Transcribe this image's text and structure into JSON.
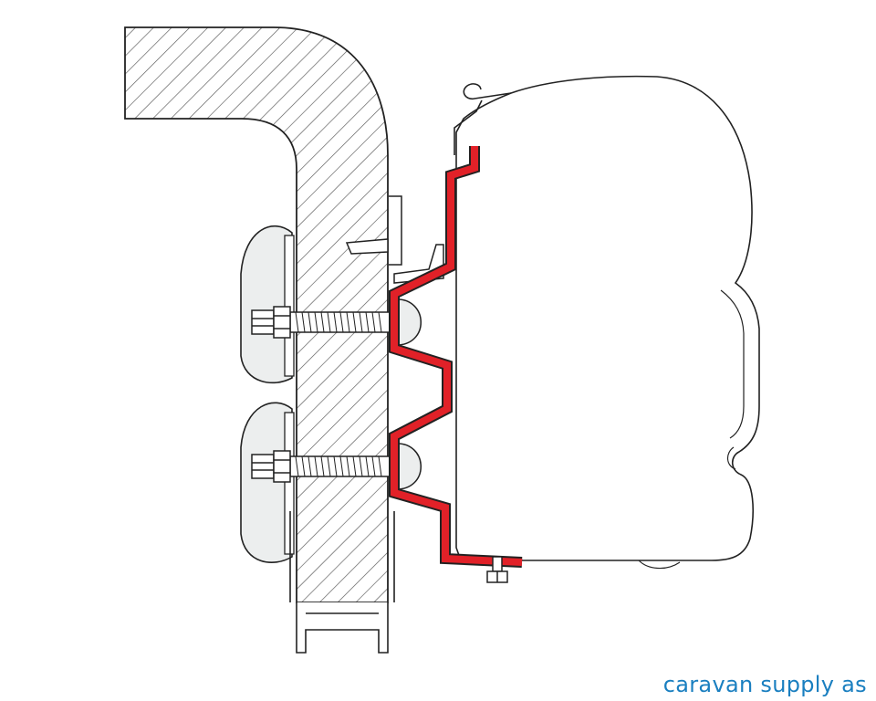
{
  "brand": {
    "text": "caravan supply as",
    "color": "#1a7fc0"
  },
  "colors": {
    "bracket": "#e12128",
    "line": "#222222",
    "hatch": "#555555",
    "cushion": "#eceeee",
    "background": "#ffffff"
  },
  "parts": [
    "vehicle-body-section-hatched",
    "wall-anchor-pad-upper",
    "wall-anchor-pad-lower",
    "bolt-upper",
    "bolt-lower",
    "nut-upper",
    "nut-lower",
    "adapter-bracket-red",
    "awning-cassette-profile",
    "mounting-rail-profile",
    "bottom-screw"
  ]
}
